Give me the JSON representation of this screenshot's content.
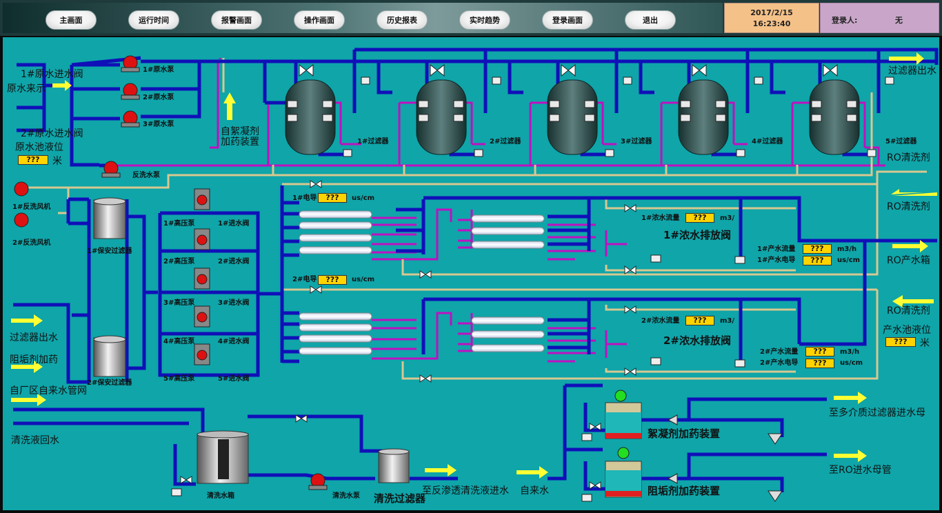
{
  "nav": {
    "main": "主画面",
    "runtime": "运行时间",
    "alarm": "报警画面",
    "operation": "操作画面",
    "history": "历史报表",
    "trend": "实时趋势",
    "login": "登录画面",
    "exit": "退出"
  },
  "status": {
    "date": "2017/2/15",
    "time": "16:23:40",
    "user_label": "登录人:",
    "user_value": "无"
  },
  "labels": {
    "raw_valve1": "1#原水进水阀",
    "raw_in": "原水来示",
    "raw_valve2": "2#原水进水阀",
    "raw_level": "原水池液位",
    "raw_level_unit": "米",
    "raw_pump1": "1#原水泵",
    "raw_pump2": "2#原水泵",
    "raw_pump3": "3#原水泵",
    "coag_dosing": "自絮凝剂\n加药装置",
    "backwash_pump": "反洗水泵",
    "filter1": "1#过滤器",
    "filter2": "2#过滤器",
    "filter3": "3#过滤器",
    "filter4": "4#过滤器",
    "filter5": "5#过滤器",
    "filter_out_top": "过滤器出水",
    "ro_clean_1": "RO清洗剂",
    "ro_clean_2": "RO清洗剂",
    "ro_product_tank": "RO产水箱",
    "ro_clean_3": "RO清洗剂",
    "product_level": "产水池液位",
    "product_level_unit": "米",
    "blower1": "1#反洗风机",
    "blower2": "2#反洗风机",
    "sec_filter1": "1#保安过滤器",
    "sec_filter2": "2#保安过滤器",
    "filter_out_left": "过滤器出水",
    "antiscalant_in": "阻垢剂加药",
    "tap_water_in": "自厂区自来水管网",
    "clean_return": "清洗液回水",
    "hp_pump1": "1#高压泵",
    "hp_pump2": "2#高压泵",
    "hp_pump3": "3#高压泵",
    "hp_pump4": "4#高压泵",
    "hp_pump5": "5#高压泵",
    "in_valve1": "1#进水阀",
    "in_valve2": "2#进水阀",
    "in_valve3": "3#进水阀",
    "in_valve4": "4#进水阀",
    "in_valve5": "5#进水阀",
    "cond1": "1#电导",
    "cond2": "2#电导",
    "us_cm": "us/cm",
    "conc_flow1": "1#浓水流量",
    "conc_flow2": "2#浓水流量",
    "m3": "m3/",
    "conc_valve1": "1#浓水排放阀",
    "conc_valve2": "2#浓水排放阀",
    "prod_flow1": "1#产水流量",
    "prod_cond1": "1#产水电导",
    "prod_flow2": "2#产水流量",
    "prod_cond2": "2#产水电导",
    "m3h": "m3/h",
    "clean_tank": "清洗水箱",
    "clean_pump": "清洗水泵",
    "clean_filter": "清洗过滤器",
    "to_ro_clean": "至反渗透清洗液进水",
    "tap_water": "自来水",
    "coag_device": "絮凝剂加药装置",
    "antiscalant_device": "阻垢剂加药装置",
    "to_multi_filter": "至多介质过滤器进水母",
    "to_ro_main": "至RO进水母管"
  },
  "values": {
    "raw_level": "???",
    "cond1": "???",
    "cond2": "???",
    "conc_flow1": "???",
    "conc_flow2": "???",
    "prod_flow1": "???",
    "prod_cond1": "???",
    "prod_flow2": "???",
    "prod_cond2": "???",
    "product_level": "???"
  },
  "colors": {
    "background": "#0fa5a9",
    "pipe_water": "#1010b8",
    "pipe_chem": "#c010c0",
    "pipe_air": "#d8c890",
    "value_box": "#ffd300"
  }
}
